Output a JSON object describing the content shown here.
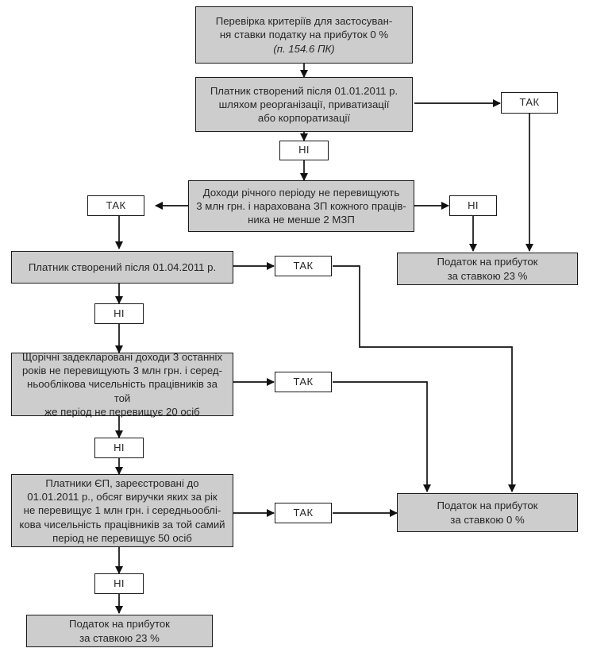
{
  "diagram": {
    "title_node": {
      "line1": "Перевірка критеріїв для застосуван-",
      "line2": "ня ставки податку на прибуток 0 %",
      "line3": "(п. 154.6 ПК)"
    },
    "colors": {
      "node_fill": "#cdcdcd",
      "node_stroke": "#1a1a1a",
      "label_fill": "#ffffff",
      "text": "#262626",
      "background": "#ffffff"
    },
    "nodes": [
      {
        "id": "n-start",
        "kind": "process",
        "text": "Перевірка критеріїв для застосуван-\nня ставки податку на прибуток 0 %",
        "italic_tail": "(п. 154.6 ПК)"
      },
      {
        "id": "n-reorg",
        "kind": "process",
        "text": "Платник створений після 01.01.2011 р.\nшляхом реорганізації, приватизації\nабо корпоратизації"
      },
      {
        "id": "n-income",
        "kind": "process",
        "text": "Доходи річного періоду не перевищують\n3 млн грн. і нарахована ЗП кожного праців-\nника не менше 2 МЗП"
      },
      {
        "id": "n-created-apr",
        "kind": "process",
        "text": "Платник створений після 01.04.2011 р."
      },
      {
        "id": "n-declared",
        "kind": "process",
        "text": "Щорічні задекларовані доходи 3 останніх\nроків не перевищують 3 млн грн. і серед-\nньооблікова чисельність працівників за той\nже період не перевищує 20 осіб"
      },
      {
        "id": "n-single-tax",
        "kind": "process",
        "text": "Платники ЄП, зареєстровані до\n01.01.2011 р., обсяг виручки яких за рік\nне перевищує 1 млн грн. і середньооблі-\nкова чисельність працівників за той самий\nперіод не перевищує 50 осіб"
      },
      {
        "id": "n-tax23-right",
        "kind": "terminal",
        "text": "Податок на прибуток\nза ставкою 23 %"
      },
      {
        "id": "n-tax0",
        "kind": "terminal",
        "text": "Податок на прибуток\nза ставкою 0 %"
      },
      {
        "id": "n-tax23-bottom",
        "kind": "terminal",
        "text": "Податок на прибуток\nза ставкою 23 %"
      }
    ],
    "labels": {
      "yes": "ТАК",
      "no": "НІ",
      "yes_1": "ТАК",
      "no_1": "НІ",
      "yes_2": "ТАК",
      "no_2": "НІ",
      "yes_3": "ТАК",
      "no_3": "НІ",
      "yes_4": "ТАК",
      "no_4": "НІ",
      "yes_5": "ТАК",
      "no_5": "НІ"
    }
  }
}
